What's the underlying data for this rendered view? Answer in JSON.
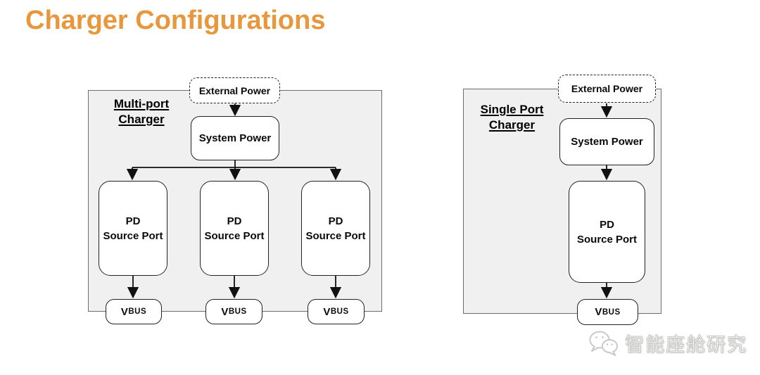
{
  "page": {
    "title": "Charger Configurations"
  },
  "colors": {
    "title_orange": "#E8973C",
    "panel_fill": "#F0F0F0",
    "panel_border": "#6E6E6E",
    "box_border": "#222222",
    "arrow_black": "#111111",
    "watermark_gray": "#C9C9C6"
  },
  "multi_port": {
    "label": "Multi-port\nCharger",
    "external_power": "External Power",
    "system_power": "System Power",
    "ports": [
      {
        "label": "PD\nSource Port",
        "vbus_v": "V",
        "vbus_bus": "BUS"
      },
      {
        "label": "PD\nSource Port",
        "vbus_v": "V",
        "vbus_bus": "BUS"
      },
      {
        "label": "PD\nSource Port",
        "vbus_v": "V",
        "vbus_bus": "BUS"
      }
    ]
  },
  "single_port": {
    "label": "Single Port\nCharger",
    "external_power": "External Power",
    "system_power": "System Power",
    "port": {
      "label": "PD\nSource Port",
      "vbus_v": "V",
      "vbus_bus": "BUS"
    }
  },
  "watermark": {
    "icon": "wechat-chat-bubbles-icon",
    "text": "智能座舱研究"
  }
}
